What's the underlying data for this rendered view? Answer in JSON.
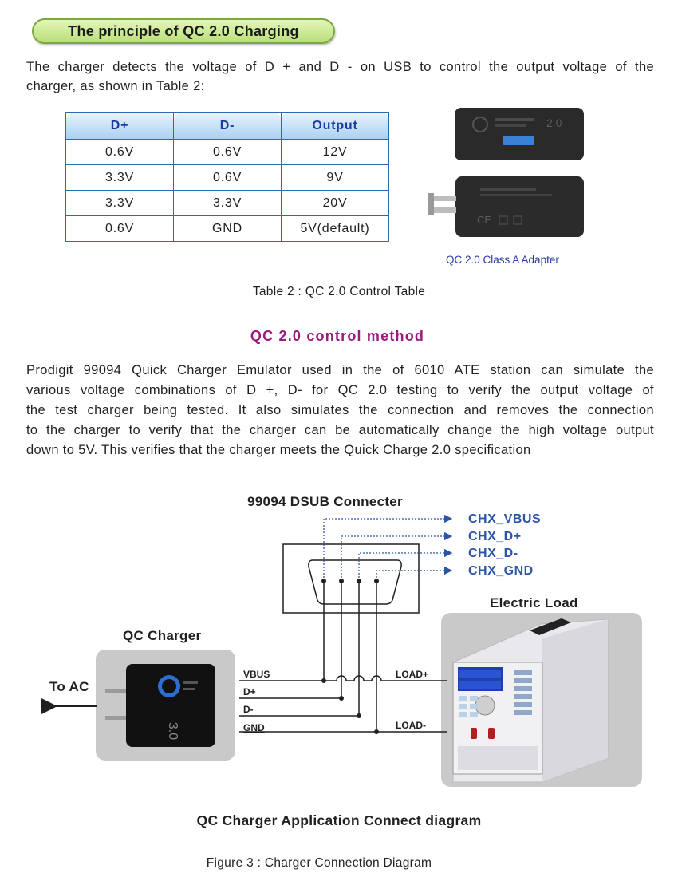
{
  "section": {
    "title": "The principle of QC 2.0 Charging"
  },
  "intro": {
    "line1": "The charger detects the voltage of D + and D - on USB to control the output voltage of the",
    "line2": "charger, as shown in Table 2:"
  },
  "table": {
    "headers": [
      "D+",
      "D-",
      "Output"
    ],
    "rows": [
      [
        "0.6V",
        "0.6V",
        "12V"
      ],
      [
        "3.3V",
        "0.6V",
        "9V"
      ],
      [
        "3.3V",
        "3.3V",
        "20V"
      ],
      [
        "0.6V",
        "GND",
        "5V(default)"
      ]
    ],
    "caption": "Table 2 : QC 2.0 Control Table"
  },
  "adapter": {
    "caption": "QC 2.0  Class A Adapter",
    "top_text": "2.0",
    "bottom_text": "CE"
  },
  "method": {
    "heading": "QC 2.0 control method",
    "lines": [
      "Prodigit 99094 Quick Charger Emulator used in the of 6010 ATE station can simulate the",
      "various voltage combinations of D +, D- for QC 2.0 testing to verify the output voltage of",
      "the test charger being tested. It also simulates the connection and removes the connection",
      "to the charger to verify that the charger can be automatically change the high voltage output",
      "down to 5V. This verifies that the charger meets the Quick Charge 2.0 specification"
    ]
  },
  "diagram": {
    "connector_title": "99094 DSUB  Connecter",
    "signals": [
      "CHX_VBUS",
      "CHX_D+",
      "CHX_D-",
      "CHX_GND"
    ],
    "electric_load": "Electric Load",
    "qc_charger": "QC Charger",
    "to_ac": "To AC",
    "charger_badge": "3.0",
    "wires_left": [
      "VBUS",
      "D+",
      "D-",
      "GND"
    ],
    "load_plus": "LOAD+",
    "load_minus": "LOAD-",
    "title": "QC Charger Application Connect diagram",
    "figure_caption": "Figure 3 : Charger Connection Diagram"
  },
  "colors": {
    "pill_green": "#b8e07a",
    "table_border": "#2b6cb0",
    "heading_magenta": "#9b1a7d",
    "signal_blue": "#2b56a8"
  }
}
